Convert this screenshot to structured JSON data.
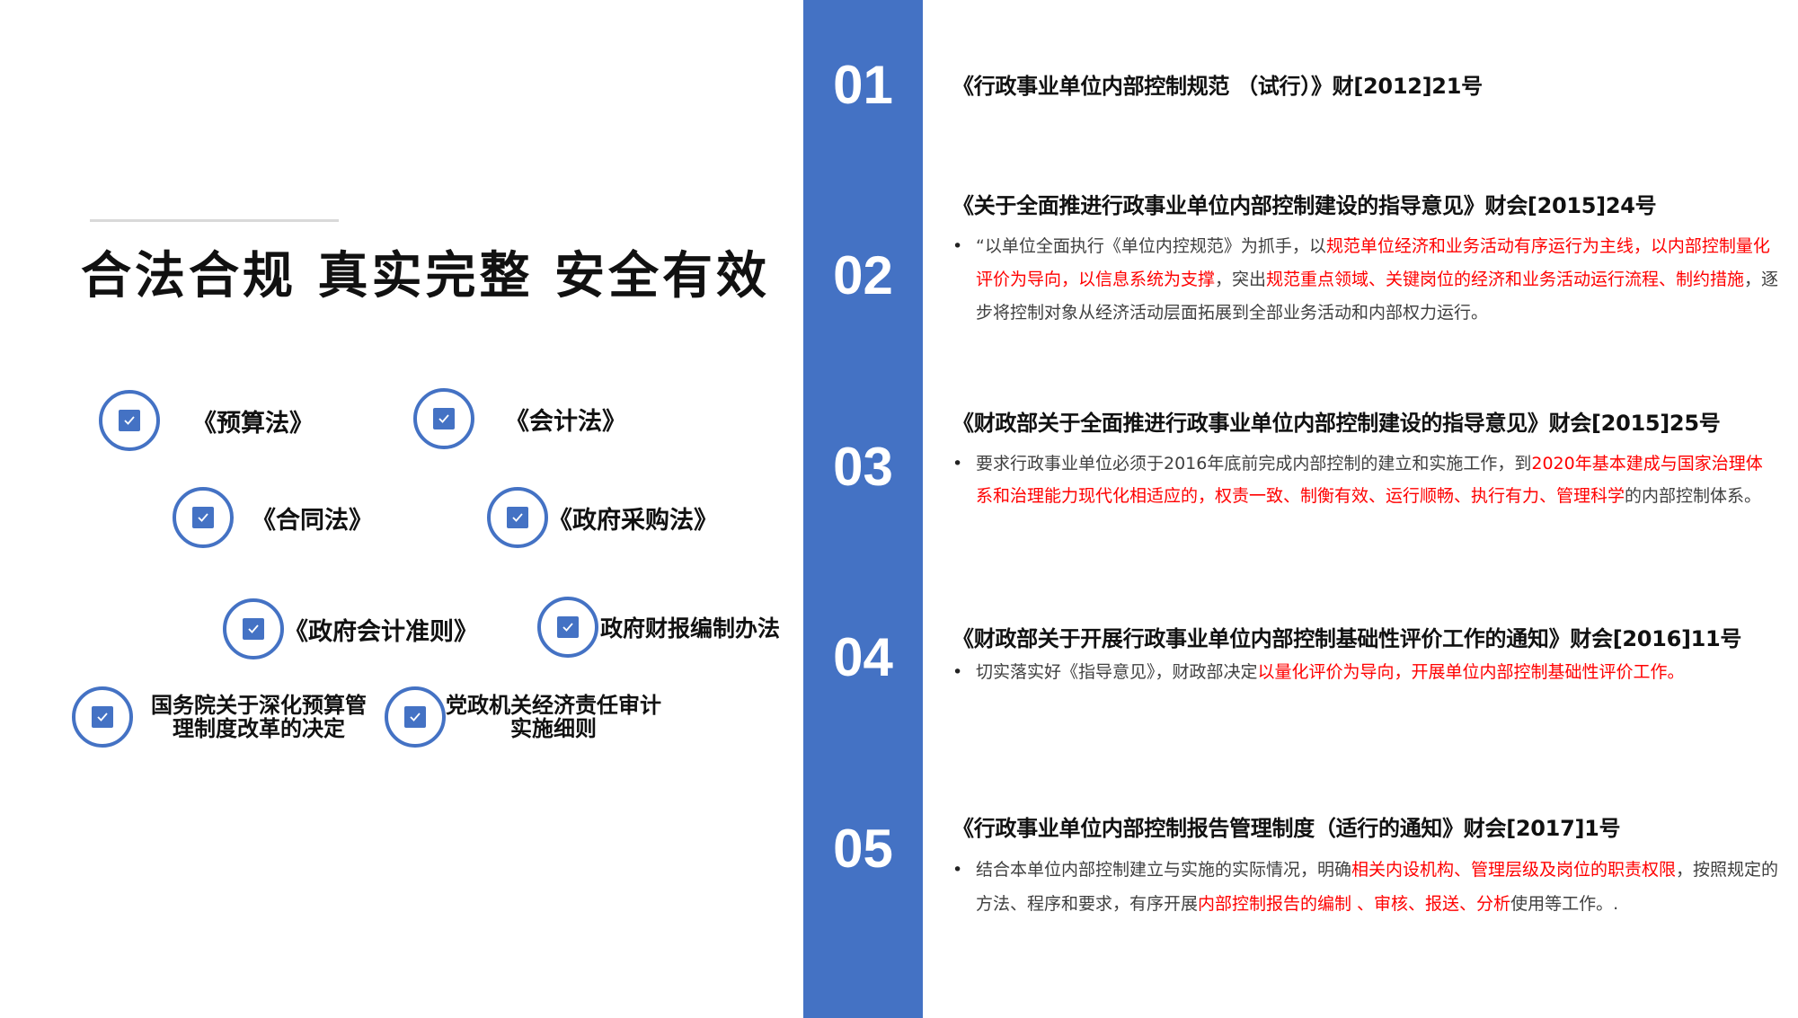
{
  "left": {
    "title": "合法合规  真实完整  安全有效",
    "laws": [
      {
        "label": "《预算法》"
      },
      {
        "label": "《会计法》"
      },
      {
        "label": "《合同法》"
      },
      {
        "label": "《政府采购法》"
      },
      {
        "label": "《政府会计准则》"
      },
      {
        "label": "政府财报编制办法"
      },
      {
        "label": "国务院关于深化预算管理制度改革的决定"
      },
      {
        "label": "党政机关经济责任审计实施细则"
      }
    ]
  },
  "right": {
    "numbers": [
      "01",
      "02",
      "03",
      "04",
      "05"
    ],
    "sections": [
      {
        "title": "《行政事业单位内部控制规范 （试行）》财[2012]21号"
      },
      {
        "title": "《关于全面推进行政事业单位内部控制建设的指导意见》财会[2015]24号",
        "b1": "“以单位全面执行《单位内控规范》为抓手，以",
        "b2": "规范单位经济和业务活动有序运行为主线，以内部控制量化评价为导向，以信息系统为支撑",
        "b3": "，突出",
        "b4": "规范重点领域、关键岗位的经济和业务活动运行流程、制约措施",
        "b5": "，逐步将控制对象从经济活动层面拓展到全部业务活动和内部权力运行。"
      },
      {
        "title": "《财政部关于全面推进行政事业单位内部控制建设的指导意见》财会[2015]25号",
        "b1": "要求行政事业单位必须于2016年底前完成内部控制的建立和实施工作，到",
        "b2": "2020年基本建成与国家治理体系和治理能力现代化相适应的，权责一致、制衡有效、运行顺畅、执行有力、管理科学",
        "b3": "的内部控制体系。"
      },
      {
        "title": "《财政部关于开展行政事业单位内部控制基础性评价工作的通知》财会[2016]11号",
        "b1": "切实落实好《指导意见》，财政部决定",
        "b2": "以量化评价为导向，开展单位内部控制基础性评价工作。"
      },
      {
        "title": "《行政事业单位内部控制报告管理制度（适行的通知》财会[2017]1号",
        "b1": "结合本单位内部控制建立与实施的实际情况，明确",
        "b2": "相关内设机构、管理层级及岗位的职责权限",
        "b3": "，按照规定的方法、程序和要求，有序开展",
        "b4": "内部控制报告的编制 、审核、报送、分析",
        "b5": "使用等工作。."
      }
    ]
  },
  "colors": {
    "accent": "#4472c4",
    "highlight": "#ff0000",
    "body_text": "#404040"
  }
}
